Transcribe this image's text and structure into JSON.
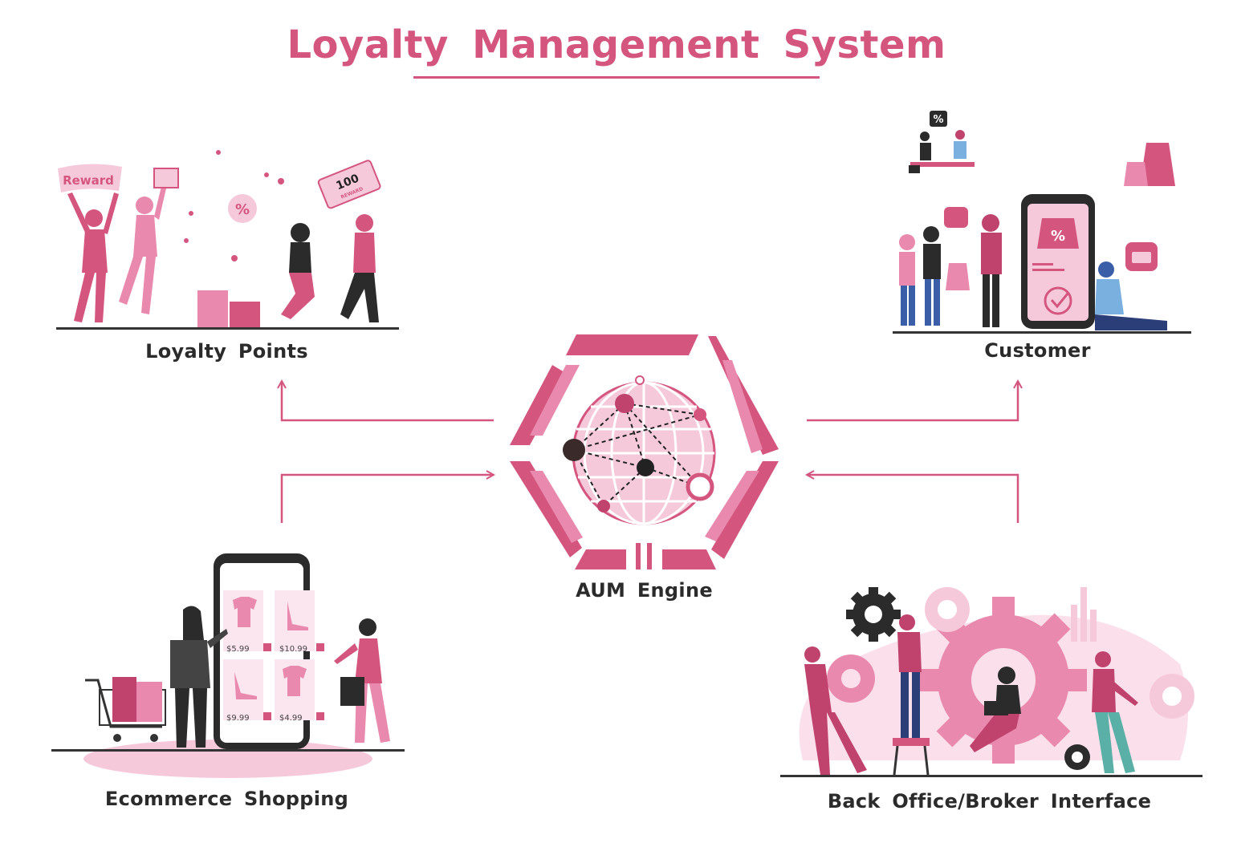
{
  "title": "Loyalty Management System",
  "nodes": {
    "center": {
      "label": "AUM Engine"
    },
    "top_left": {
      "label": "Loyalty Points",
      "sign_reward": "Reward",
      "ticket_value": "100",
      "ticket_text": "REWARD"
    },
    "top_right": {
      "label": "Customer"
    },
    "bottom_left": {
      "label": "Ecommerce Shopping",
      "prices": [
        "$5.99",
        "$10.99",
        "$9.99",
        "$4.99"
      ]
    },
    "bottom_right": {
      "label": "Back Office/Broker Interface"
    }
  },
  "edges": [
    {
      "from": "AUM Engine",
      "to": "Loyalty Points"
    },
    {
      "from": "Ecommerce Shopping",
      "to": "AUM Engine"
    },
    {
      "from": "AUM Engine",
      "to": "Customer"
    },
    {
      "from": "Back Office/Broker Interface",
      "to": "AUM Engine"
    }
  ],
  "colors": {
    "accent": "#d4567f",
    "light_pink": "#f6c9da",
    "dark": "#2b2b2b"
  }
}
